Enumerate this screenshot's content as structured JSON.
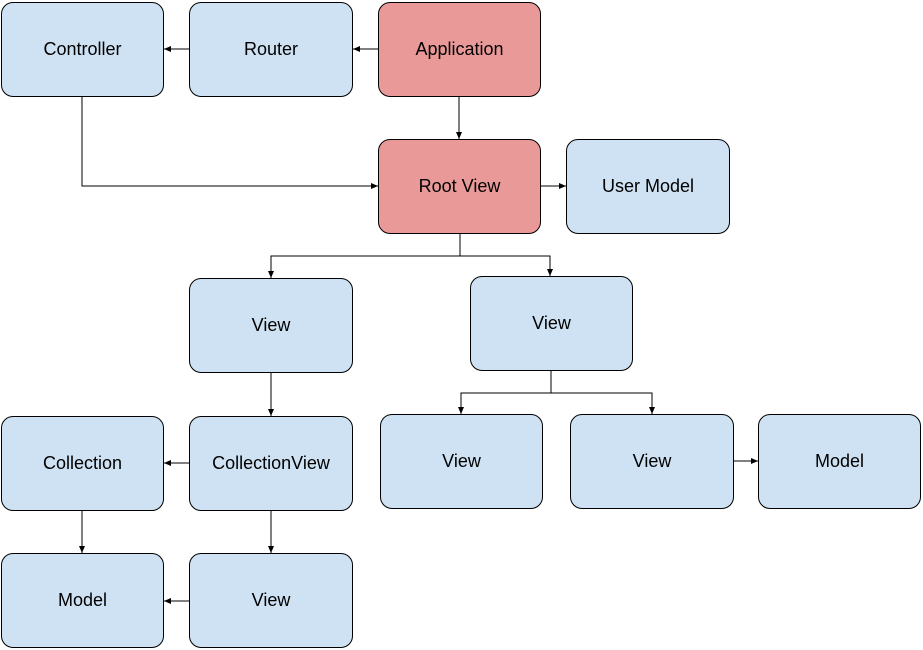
{
  "diagram": {
    "colors": {
      "default_fill": "#cfe2f3",
      "highlight_fill": "#ea9999",
      "stroke": "#000000"
    },
    "nodes": {
      "controller": {
        "label": "Controller",
        "highlight": false
      },
      "router": {
        "label": "Router",
        "highlight": false
      },
      "application": {
        "label": "Application",
        "highlight": true
      },
      "root_view": {
        "label": "Root View",
        "highlight": true
      },
      "user_model": {
        "label": "User Model",
        "highlight": false
      },
      "view_left": {
        "label": "View",
        "highlight": false
      },
      "view_right": {
        "label": "View",
        "highlight": false
      },
      "collection": {
        "label": "Collection",
        "highlight": false
      },
      "collection_view": {
        "label": "CollectionView",
        "highlight": false
      },
      "view_mid": {
        "label": "View",
        "highlight": false
      },
      "view_mid2": {
        "label": "View",
        "highlight": false
      },
      "model_right": {
        "label": "Model",
        "highlight": false
      },
      "model_bottom": {
        "label": "Model",
        "highlight": false
      },
      "view_bottom": {
        "label": "View",
        "highlight": false
      }
    },
    "edges": [
      {
        "from": "application",
        "to": "router"
      },
      {
        "from": "router",
        "to": "controller"
      },
      {
        "from": "application",
        "to": "root_view"
      },
      {
        "from": "controller",
        "to": "root_view"
      },
      {
        "from": "root_view",
        "to": "user_model"
      },
      {
        "from": "root_view",
        "to": "view_left"
      },
      {
        "from": "root_view",
        "to": "view_right"
      },
      {
        "from": "view_left",
        "to": "collection_view"
      },
      {
        "from": "collection_view",
        "to": "collection"
      },
      {
        "from": "collection_view",
        "to": "view_bottom"
      },
      {
        "from": "collection",
        "to": "model_bottom"
      },
      {
        "from": "view_bottom",
        "to": "model_bottom"
      },
      {
        "from": "view_right",
        "to": "view_mid"
      },
      {
        "from": "view_right",
        "to": "view_mid2"
      },
      {
        "from": "view_mid2",
        "to": "model_right"
      }
    ]
  }
}
